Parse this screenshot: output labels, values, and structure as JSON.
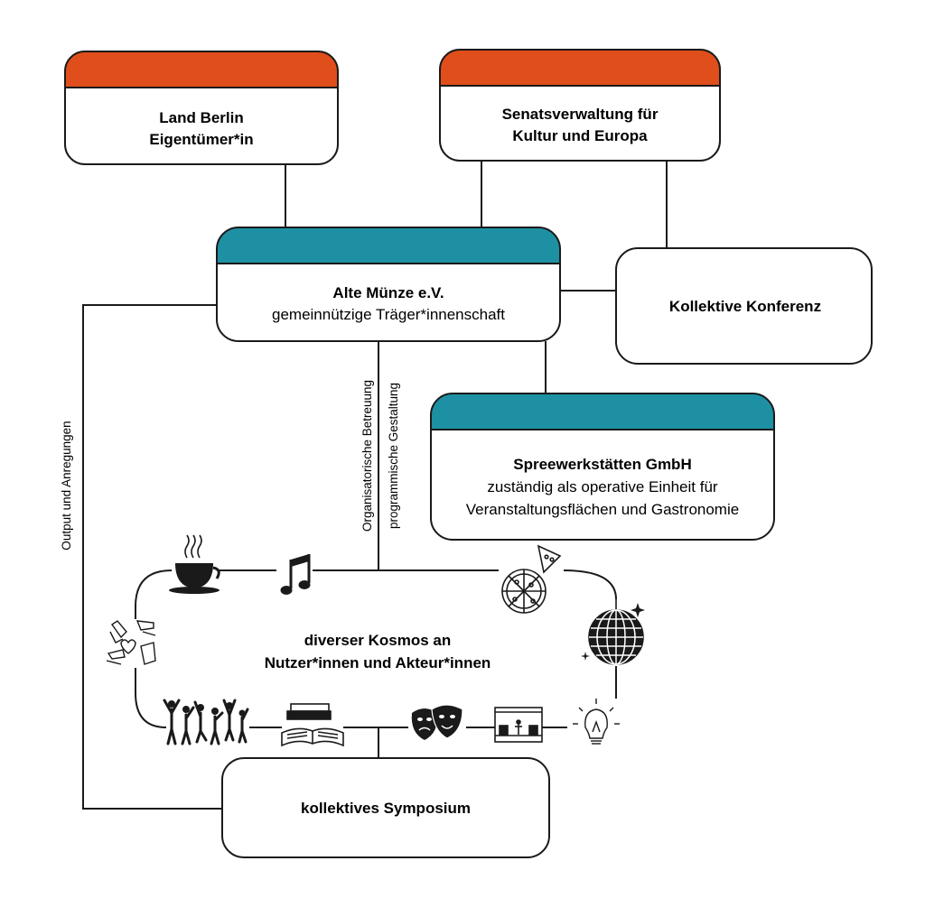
{
  "colors": {
    "header_orange": "#E04E1B",
    "header_teal": "#1E90A3",
    "stroke": "#1a1a1a",
    "icon": "#1a1a1a"
  },
  "boxes": {
    "land_berlin": {
      "line1": "Land Berlin",
      "line2": "Eigentümer*in"
    },
    "senatsverwaltung": {
      "line1": "Senatsverwaltung für",
      "line2": "Kultur und Europa"
    },
    "alte_muenze": {
      "title": "Alte Münze e.V.",
      "subtitle": "gemeinnützige Träger*innenschaft"
    },
    "kollektive_konferenz": {
      "title": "Kollektive Konferenz"
    },
    "spreewerkstaetten": {
      "title": "Spreewerkstätten GmbH",
      "line2": "zuständig als operative Einheit für",
      "line3": "Veranstaltungsflächen und Gastronomie"
    },
    "symposium": {
      "title": "kollektives Symposium"
    }
  },
  "center": {
    "line1": "diverser Kosmos an",
    "line2": "Nutzer*innen und Akteur*innen"
  },
  "edge_labels": {
    "output": "Output und Anregungen",
    "organisatorisch": "Organisatorische Betreuung",
    "programmatisch": "programmische Gestaltung"
  },
  "icons": [
    "coffee-icon",
    "music-note-icon",
    "pizza-icon",
    "disco-ball-icon",
    "lightbulb-icon",
    "stage-icon",
    "theater-masks-icon",
    "books-icon",
    "dancing-crowd-icon",
    "helping-hands-icon"
  ]
}
